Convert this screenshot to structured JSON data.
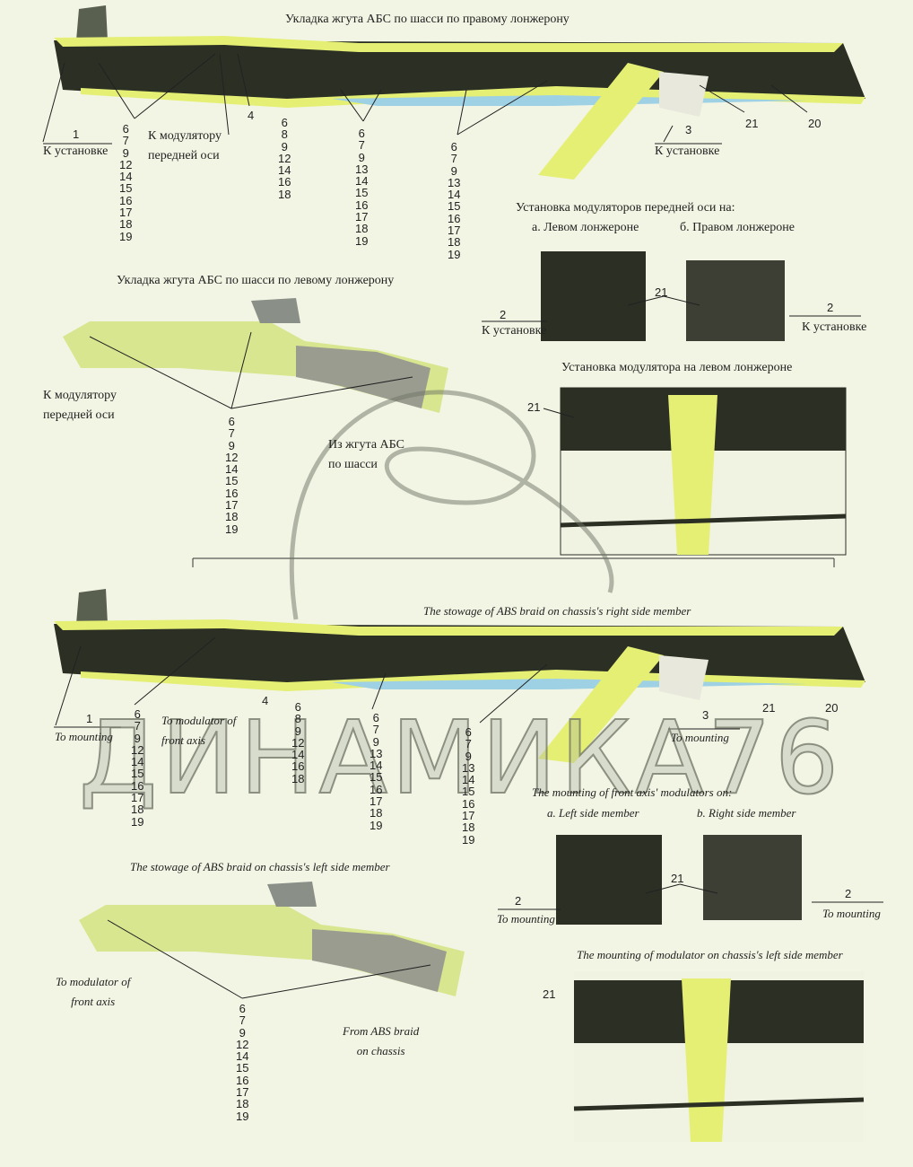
{
  "ru": {
    "title_right": "Укладка жгута АБС по шасси по правому лонжерону",
    "title_left": "Укладка жгута АБС по шасси по левому лонжерону",
    "to_mounting": "К установке",
    "to_modulator": "К модулятору\nпередней оси",
    "from_braid": "Из жгута АБС\nпо шасси",
    "modulators_title": "Установка модуляторов передней оси на:",
    "left_member": "а. Левом лонжероне",
    "right_member": "б. Правом лонжероне",
    "modulator_left_title": "Установка модулятора  на левом лонжероне"
  },
  "en": {
    "title_right": "The stowage of ABS braid on chassis's right side member",
    "title_left": "The stowage of ABS braid on chassis's left side member",
    "to_mounting": "To mounting",
    "to_modulator": "To modulator of\nfront axis",
    "from_braid": "From ABS braid\non chassis",
    "modulators_title": "The mounting of front axis' modulators on:",
    "left_member": "a. Left side member",
    "right_member": "b. Right side member",
    "modulator_left_title": "The mounting of modulator on chassis's left side member"
  },
  "callouts": {
    "c1": "1",
    "c2": "2",
    "c3": "3",
    "c4": "4",
    "c20": "20",
    "c21": "21",
    "list_a": "6\n7\n9\n12\n14\n15\n16\n17\n18\n19",
    "list_b": "6\n8\n9\n12\n14\n16\n18",
    "list_c": "6\n7\n9\n13\n14\n15\n16\n17\n18\n19"
  },
  "watermark": "ДИНАМИКА76",
  "colors": {
    "background": "#f2f5e4",
    "frame_yellow": "#e4ef74",
    "frame_dark": "#2b2f24",
    "blue": "#9fd1e4"
  }
}
